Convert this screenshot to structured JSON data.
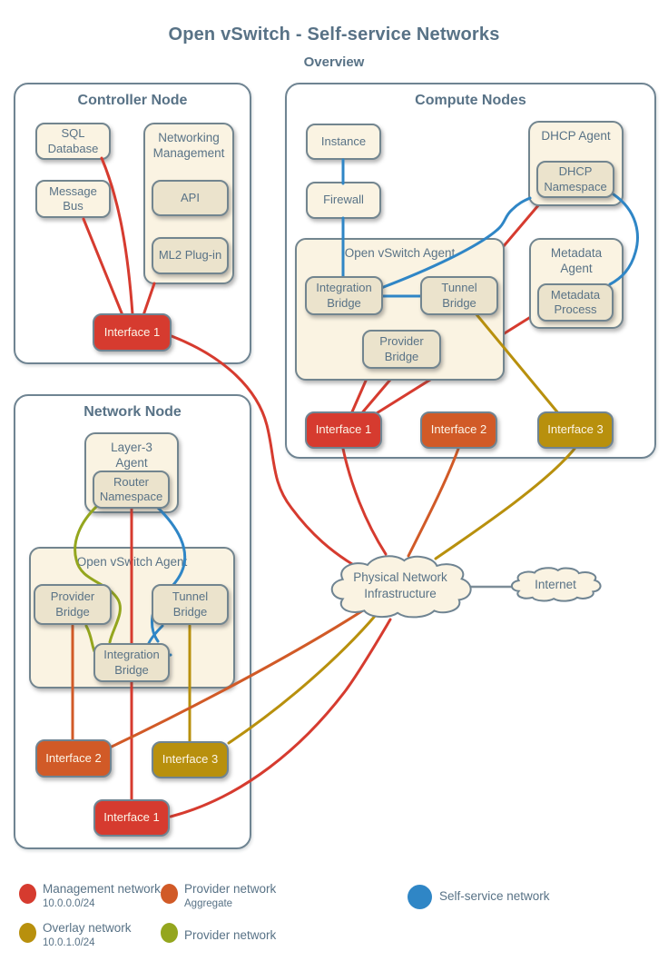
{
  "title": "Open vSwitch - Self-service Networks",
  "subtitle": "Overview",
  "network_colors": {
    "management": "#d63b2f",
    "provider_aggregate": "#d15a27",
    "self_service": "#2f86c6",
    "overlay": "#b8900d",
    "provider": "#94a61e",
    "interconnect": "#7d8d98"
  },
  "sections": {
    "controller": {
      "title": "Controller Node",
      "sql_database": "SQL Database",
      "message_bus": "Message Bus",
      "networking_management": "Networking Management",
      "api": "API",
      "ml2": "ML2 Plug-in",
      "interface1": "Interface 1"
    },
    "compute": {
      "title": "Compute Nodes",
      "instance": "Instance",
      "firewall": "Firewall",
      "dhcp_agent": "DHCP Agent",
      "dhcp_namespace": "DHCP Namespace",
      "ovs_agent": "Open vSwitch Agent",
      "integration_bridge": "Integration Bridge",
      "tunnel_bridge": "Tunnel Bridge",
      "provider_bridge": "Provider Bridge",
      "metadata_agent": "Metadata Agent",
      "metadata_process": "Metadata Process",
      "interface1": "Interface 1",
      "interface2": "Interface 2",
      "interface3": "Interface 3"
    },
    "network": {
      "title": "Network Node",
      "layer3_agent": "Layer-3 Agent",
      "router_namespace": "Router Namespace",
      "ovs_agent": "Open vSwitch Agent",
      "provider_bridge": "Provider Bridge",
      "tunnel_bridge": "Tunnel Bridge",
      "integration_bridge": "Integration Bridge",
      "interface1": "Interface 1",
      "interface2": "Interface 2",
      "interface3": "Interface 3"
    }
  },
  "clouds": {
    "physical": "Physical Network Infrastructure",
    "internet": "Internet"
  },
  "legend": [
    {
      "name": "management",
      "label": "Management network",
      "sublabel": "10.0.0.0/24"
    },
    {
      "name": "provider_aggregate",
      "label": "Provider network",
      "sublabel": "Aggregate"
    },
    {
      "name": "self_service",
      "label": "Self-service network",
      "sublabel": ""
    },
    {
      "name": "overlay",
      "label": "Overlay network",
      "sublabel": "10.0.1.0/24"
    },
    {
      "name": "provider",
      "label": "Provider network",
      "sublabel": ""
    }
  ],
  "edges": [
    {
      "from": "SQL Database",
      "to": "Controller Interface 1",
      "network": "management"
    },
    {
      "from": "Message Bus",
      "to": "Controller Interface 1",
      "network": "management"
    },
    {
      "from": "Networking Management",
      "to": "Controller Interface 1",
      "network": "management"
    },
    {
      "from": "Controller Interface 1",
      "to": "Physical Network Infrastructure",
      "network": "management"
    },
    {
      "from": "Instance",
      "to": "Firewall",
      "network": "self_service"
    },
    {
      "from": "Firewall",
      "to": "Compute Integration Bridge",
      "network": "self_service"
    },
    {
      "from": "Compute Integration Bridge",
      "to": "Compute Tunnel Bridge",
      "network": "self_service"
    },
    {
      "from": "Compute Integration Bridge",
      "to": "DHCP Agent",
      "network": "self_service"
    },
    {
      "from": "DHCP Namespace",
      "to": "Metadata Process",
      "network": "self_service"
    },
    {
      "from": "DHCP Agent",
      "to": "Compute Interface 1",
      "network": "management"
    },
    {
      "from": "Metadata Agent",
      "to": "Compute Interface 1",
      "network": "management"
    },
    {
      "from": "Compute Open vSwitch Agent",
      "to": "Compute Interface 1",
      "network": "management"
    },
    {
      "from": "Compute Tunnel Bridge",
      "to": "Compute Interface 3",
      "network": "overlay"
    },
    {
      "from": "Compute Interface 1",
      "to": "Physical Network Infrastructure",
      "network": "management"
    },
    {
      "from": "Compute Interface 2",
      "to": "Physical Network Infrastructure",
      "network": "provider_aggregate"
    },
    {
      "from": "Compute Interface 3",
      "to": "Physical Network Infrastructure",
      "network": "overlay"
    },
    {
      "from": "Router Namespace",
      "to": "Network Integration Bridge",
      "network": "provider"
    },
    {
      "from": "Router Namespace",
      "to": "Network Integration Bridge",
      "network": "self_service"
    },
    {
      "from": "Router Namespace",
      "to": "Network Interface 1",
      "network": "management"
    },
    {
      "from": "Network Provider Bridge",
      "to": "Network Integration Bridge",
      "network": "provider"
    },
    {
      "from": "Network Tunnel Bridge",
      "to": "Network Integration Bridge",
      "network": "self_service"
    },
    {
      "from": "Network Provider Bridge",
      "to": "Network Interface 2",
      "network": "provider_aggregate"
    },
    {
      "from": "Network Tunnel Bridge",
      "to": "Network Interface 3",
      "network": "overlay"
    },
    {
      "from": "Network Interface 1",
      "to": "Physical Network Infrastructure",
      "network": "management"
    },
    {
      "from": "Network Interface 2",
      "to": "Physical Network Infrastructure",
      "network": "provider_aggregate"
    },
    {
      "from": "Network Interface 3",
      "to": "Physical Network Infrastructure",
      "network": "overlay"
    },
    {
      "from": "Physical Network Infrastructure",
      "to": "Internet",
      "network": "interconnect"
    }
  ]
}
